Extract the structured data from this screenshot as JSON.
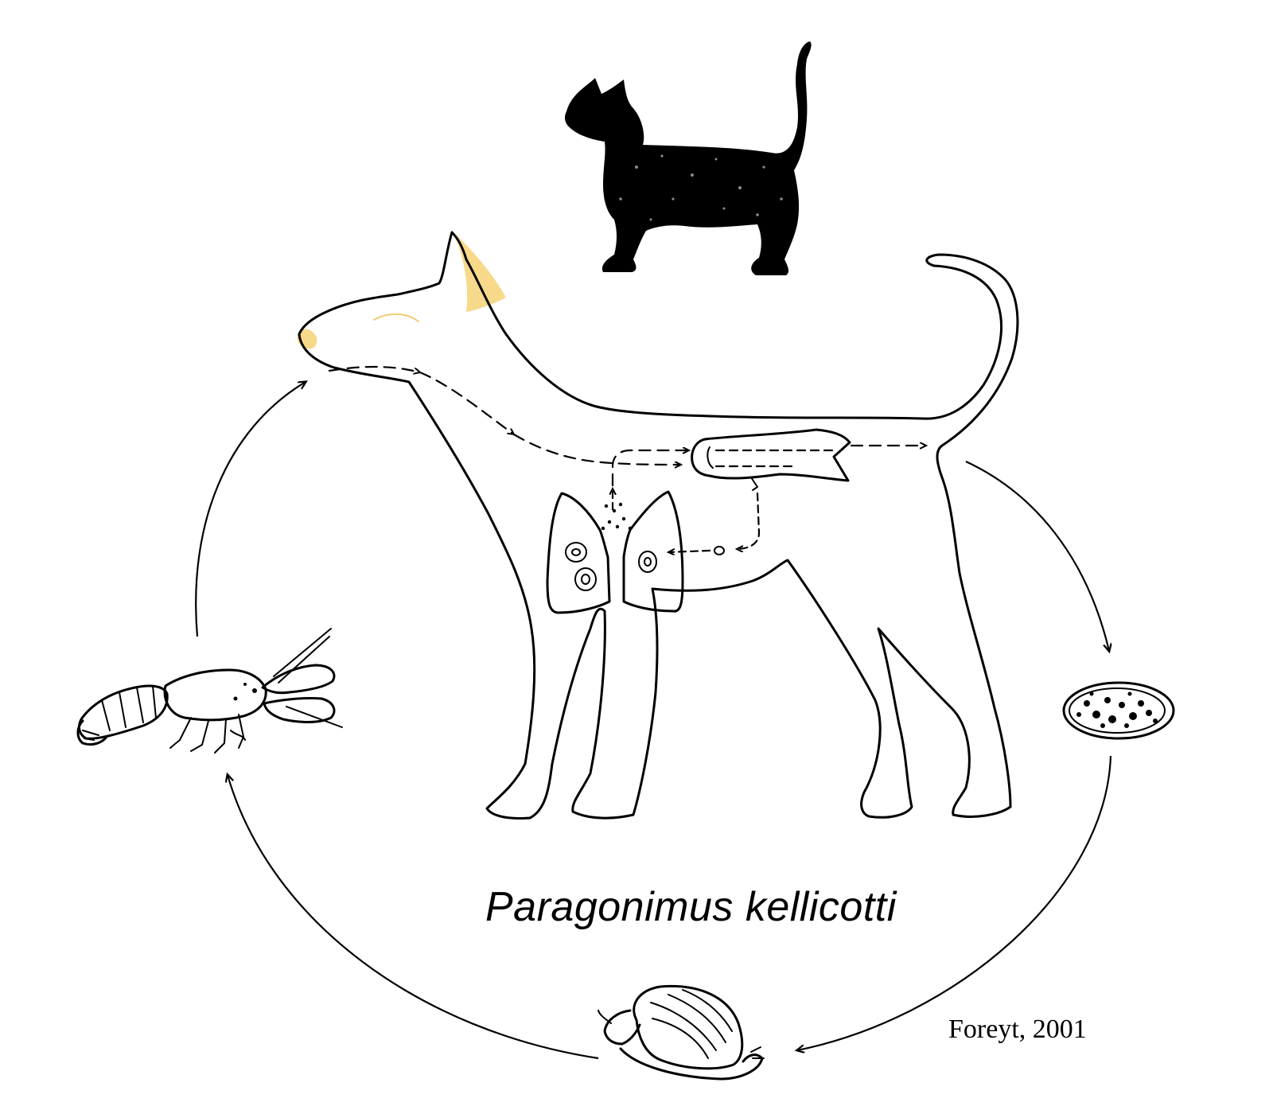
{
  "diagram": {
    "title": "Paragonimus kellicotti",
    "citation": "Foreyt, 2001",
    "colors": {
      "ink": "#000000",
      "highlight": "#f7d98a",
      "background": "#ffffff"
    },
    "stages": [
      {
        "id": "definitive-host-dog",
        "icon": "dog-icon"
      },
      {
        "id": "definitive-host-cat",
        "icon": "cat-icon"
      },
      {
        "id": "egg",
        "icon": "egg-icon"
      },
      {
        "id": "first-intermediate-host-snail",
        "icon": "snail-icon"
      },
      {
        "id": "second-intermediate-host-crayfish",
        "icon": "crayfish-icon"
      }
    ]
  }
}
